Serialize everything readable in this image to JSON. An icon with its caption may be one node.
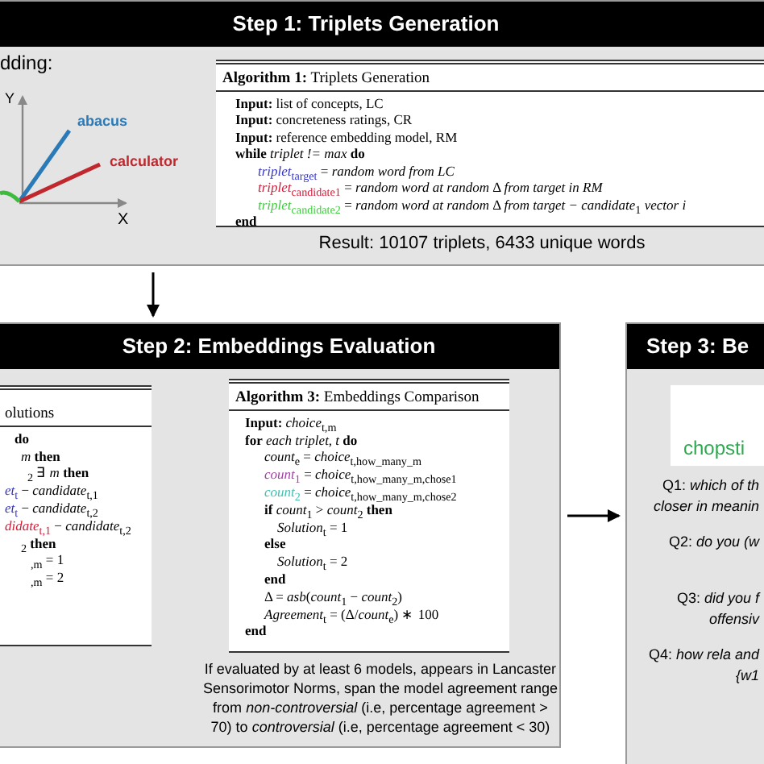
{
  "diagram": {
    "nodes": [
      {
        "text": [
          "Step 1: Triplets Generation",
          "Result: 10107 triplets, 6433 unique words"
        ]
      },
      {
        "text": [
          "**Algorithm 1:** Triplets Generation",
          "**Input:** list of concepts, LC",
          "**Input:** concreteness ratings, CR",
          "**Input:** reference embedding model, RM",
          "**while** *triplet != max* **do**",
          "*triplet*$_{target}$ = *random word from LC*",
          "*triplet*$_{candidate1}$ = *random word at random* Δ *from target in RM*",
          "*triplet*$_{candidate2}$ = *random word at random* Δ *from target − candidate*$_{1}$ *vector i*",
          "**end**"
        ],
        "in": 0
      },
      {
        "text": [
          "Step 2: Embeddings Evaluation",
          "If evaluated by at least 6 models, appears in Lancaster Sensorimotor Norms, span the model agreement range from *non-controversial* (i.e, percentage agreement > 70) to *controversial* (i.e, percentage agreement < 30)"
        ]
      },
      {
        "text": [
          "olutions",
          "**do**",
          "*m* **then**",
          "$_{2}$ ∃ *m* **then**",
          "*et*$_{t}$ − *candidate*$_{t,1}$",
          "*et*$_{t}$ − *candidate*$_{t,2}$",
          "*didate*$_{t,1}$ − *candidate*$_{t,2}$",
          "$_{2}$ **then**",
          "$_{,m}$ = 1",
          "$_{,m}$ = 2"
        ],
        "in": 2
      },
      {
        "text": [
          "**Algorithm 3:** Embeddings Comparison",
          "**Input:** *choice*$_{t,m}$",
          "**for** *each triplet, t* **do**",
          "*count*$_{e}$ = *choice*$_{t,how_many_m}$",
          "*count*$_{1}$ = *choice*$_{t,how_many_m,chose1}$",
          "*count*$_{2}$ = *choice*$_{t,how_many_m,chose2}$",
          "**if** *count*$_{1}$ > *count*$_{2}$ **then**",
          "*Solution*$_{t}$ = 1",
          "**else**",
          "*Solution*$_{t}$ = 2",
          "**end**",
          "Δ = *asb*(*count*$_{1}$ − *count*$_{2}$)",
          "*Agreement*$_{t}$ = (Δ/*count*$_{e}$) ∗ 100",
          "**end**"
        ],
        "in": 2
      },
      {
        "text": [
          "Step 3: Be",
          "Q1: *which of th closer in meanin*",
          "Q2: *do you (w*",
          "Q3: *did you f offensiv*",
          "Q4: *how rela and {w1*"
        ]
      },
      {
        "text": [
          "chopsti"
        ],
        "in": 5
      }
    ],
    "edges": [
      {
        "from": 0,
        "to": 2,
        "arrow": "to"
      },
      {
        "from": 2,
        "to": 5,
        "arrow": "to"
      }
    ],
    "labels": [
      "dding:",
      "Y",
      "abacus",
      "calculator",
      "X"
    ]
  }
}
